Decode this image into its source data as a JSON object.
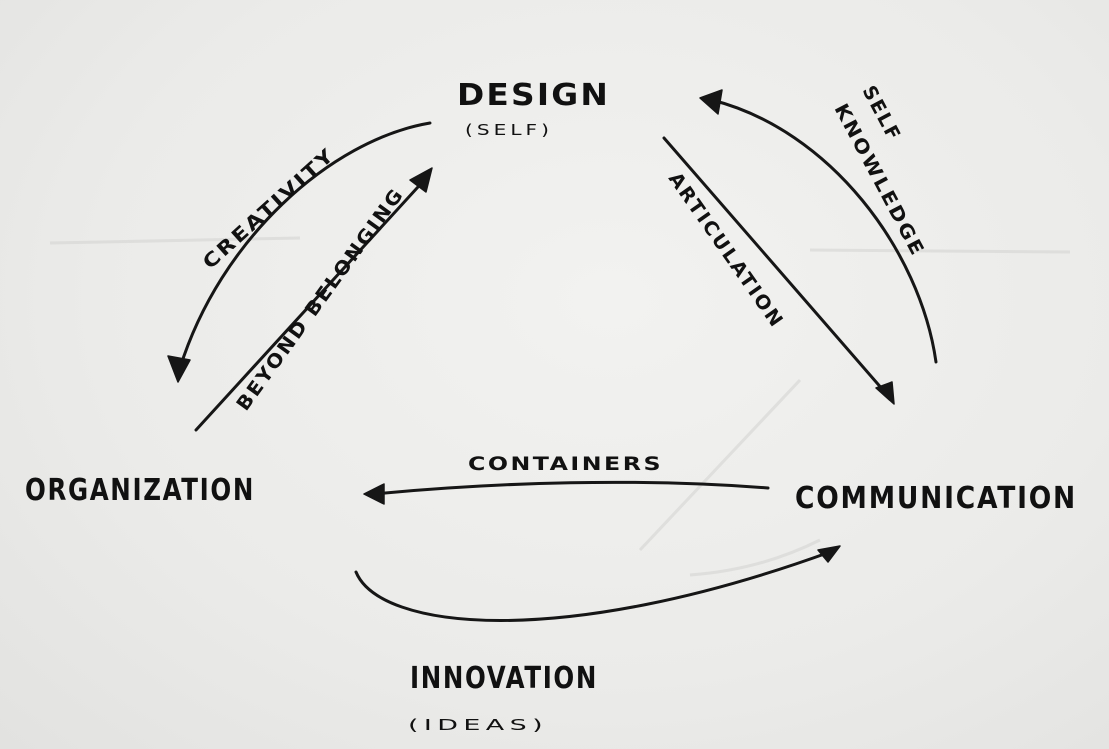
{
  "nodes": {
    "design": "DESIGN",
    "design_sub": "(SELF)",
    "organization": "ORGANIZATION",
    "communication": "COMMUNICATION",
    "innovation": "INNOVATION",
    "innovation_sub": "(IDEAS)"
  },
  "edges": {
    "creativity": "CREATIVITY",
    "beyond_belonging": "BEYOND BELONGING",
    "articulation": "ARTICULATION",
    "self_knowledge_line1": "SELF",
    "self_knowledge_line2": "KNOWLEDGE",
    "containers": "CONTAINERS"
  },
  "colors": {
    "ink": "#161616",
    "paper": "#ededeb"
  }
}
